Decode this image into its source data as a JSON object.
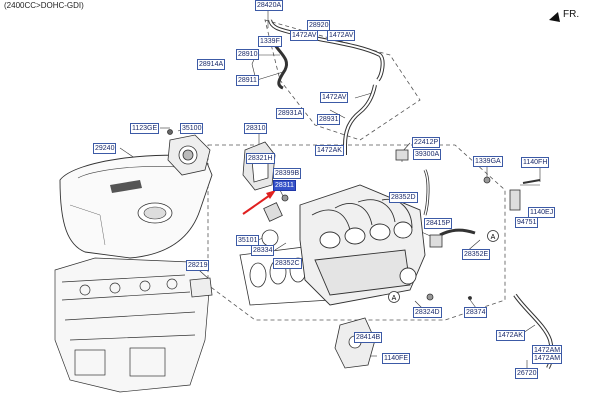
{
  "header": {
    "engine_label": "(2400CC>DOHC-GDI)",
    "direction_label": "FR."
  },
  "callouts": {
    "c28420A": "28420A",
    "c28920": "28920",
    "c1472AV_1": "1472AV",
    "c1472AV_2": "1472AV",
    "c1339F": "1339F",
    "c28910": "28910",
    "c28914A": "28914A",
    "c28911": "28911",
    "c1472AV_3": "1472AV",
    "c28931A": "28931A",
    "c28931": "28931",
    "c1123GE": "1123GE",
    "c35100": "35100",
    "c28310": "28310",
    "c22412P": "22412P",
    "c1472AK_1": "1472AK",
    "c39300A": "39300A",
    "c1339GA": "1339GA",
    "c1140FH": "1140FH",
    "c29240": "29240",
    "c28321H": "28321H",
    "c28399B": "28399B",
    "c28352D": "28352D",
    "c28415P": "28415P",
    "c1140EJ": "1140EJ",
    "c94751": "94751",
    "c35101": "35101",
    "c28334": "28334",
    "c28352C": "28352C",
    "c28352E": "28352E",
    "c28219": "28219",
    "c28374": "28374",
    "c28324D": "28324D",
    "c28414B": "28414B",
    "c1472AK_2": "1472AK",
    "c1472AM_1": "1472AM",
    "c1472AM_2": "1472AM",
    "c1140FE": "1140FE",
    "c26720": "26720",
    "c28311": "28311"
  },
  "markers": {
    "a": "A"
  },
  "colors": {
    "label_border": "#3c5aa6",
    "label_text": "#1a2a6a",
    "highlight": "#3552c9",
    "arrow": "#e02020",
    "line": "#333333"
  }
}
